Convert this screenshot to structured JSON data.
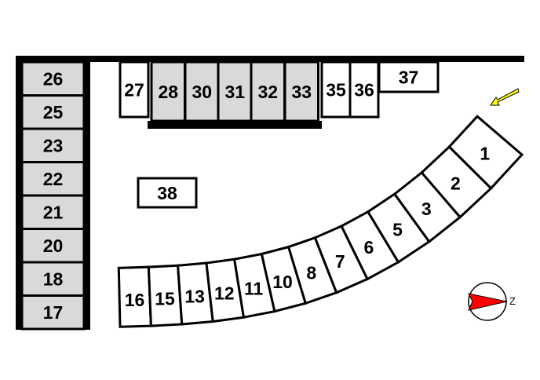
{
  "colors": {
    "wall": "#000000",
    "slot_gray": "#d9d9d9",
    "slot_white": "#ffffff",
    "arrow": "#ffff00",
    "compass_needle": "#ff0000"
  },
  "icons": {
    "entrance": "entrance-arrow-icon",
    "compass": "compass-icon"
  },
  "compass_label": "Z",
  "spaces": {
    "left": [
      {
        "label": "26",
        "fill": "gray"
      },
      {
        "label": "25",
        "fill": "gray"
      },
      {
        "label": "23",
        "fill": "gray"
      },
      {
        "label": "22",
        "fill": "gray"
      },
      {
        "label": "21",
        "fill": "gray"
      },
      {
        "label": "20",
        "fill": "gray"
      },
      {
        "label": "18",
        "fill": "gray"
      },
      {
        "label": "17",
        "fill": "gray"
      }
    ],
    "top": [
      {
        "label": "27",
        "fill": "white"
      },
      {
        "label": "28",
        "fill": "gray"
      },
      {
        "label": "30",
        "fill": "gray"
      },
      {
        "label": "31",
        "fill": "gray"
      },
      {
        "label": "32",
        "fill": "gray"
      },
      {
        "label": "33",
        "fill": "gray"
      },
      {
        "label": "35",
        "fill": "white"
      },
      {
        "label": "36",
        "fill": "white"
      },
      {
        "label": "37",
        "fill": "white"
      }
    ],
    "center": [
      {
        "label": "38",
        "fill": "white"
      }
    ],
    "bottom": [
      {
        "label": "16"
      },
      {
        "label": "15"
      },
      {
        "label": "13"
      },
      {
        "label": "12"
      },
      {
        "label": "11"
      },
      {
        "label": "10"
      },
      {
        "label": "8"
      },
      {
        "label": "7"
      },
      {
        "label": "6"
      },
      {
        "label": "5"
      },
      {
        "label": "3"
      },
      {
        "label": "2"
      },
      {
        "label": "1"
      }
    ]
  }
}
